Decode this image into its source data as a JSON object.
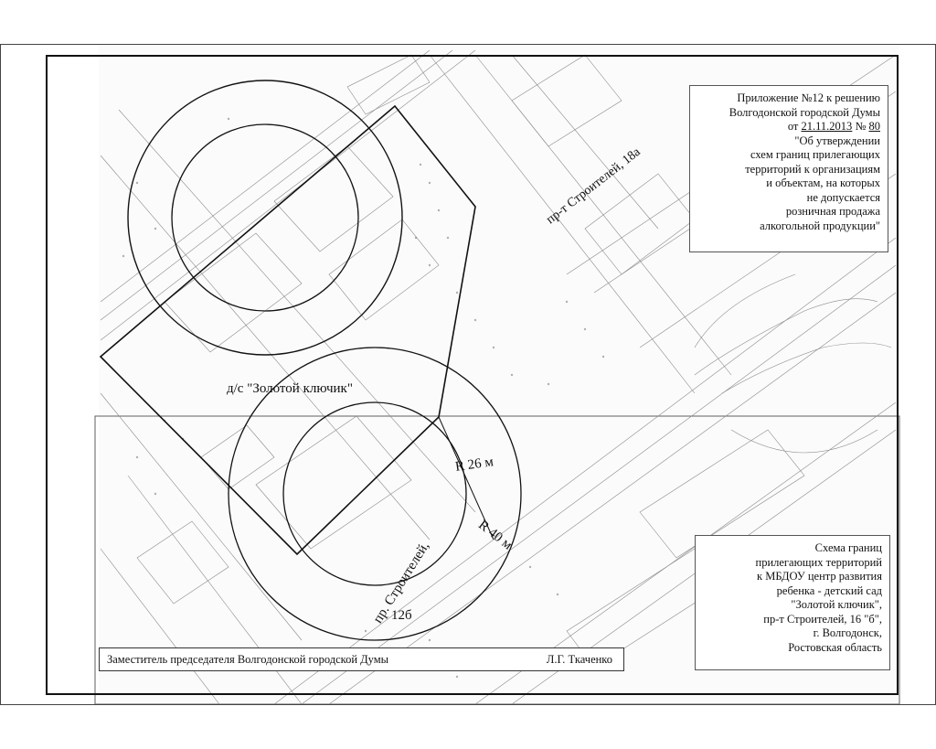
{
  "appendix": {
    "line1": "Приложение №12 к решению",
    "line2": "Волгодонской городской Думы",
    "line3_prefix": "от ",
    "line3_date": "21.11.2013",
    "line3_mid": " № ",
    "line3_number": "80",
    "line4": "\"Об утверждении",
    "line5": "схем границ прилегающих",
    "line6": "территорий к организациям",
    "line7": "и объектам, на которых",
    "line8": "не допускается",
    "line9": "розничная продажа",
    "line10": "алкогольной продукции\""
  },
  "scheme": {
    "line1": "Схема границ",
    "line2": "прилегающих территорий",
    "line3": "к МБДОУ центр развития",
    "line4": "ребенка - детский сад",
    "line5": "\"Золотой ключик\",",
    "line6": "пр-т Строителей, 16 \"б\",",
    "line7": "г. Волгодонск,",
    "line8": "Ростовская область"
  },
  "signature": {
    "title": "Заместитель председателя Волгодонской городской Думы",
    "name": "Л.Г. Ткаченко"
  },
  "map_labels": {
    "kindergarten": "д/с \"Золотой ключик\"",
    "street_18a": "пр-т Строителей, 18а",
    "radius_26": "R 26 м",
    "radius_40": "R 40 м",
    "street_12b_line1": "пр. Строителей,",
    "street_12b_line2": "12б"
  },
  "colors": {
    "ink": "#111111",
    "paper": "#ffffff",
    "map_lines": "#555555"
  }
}
